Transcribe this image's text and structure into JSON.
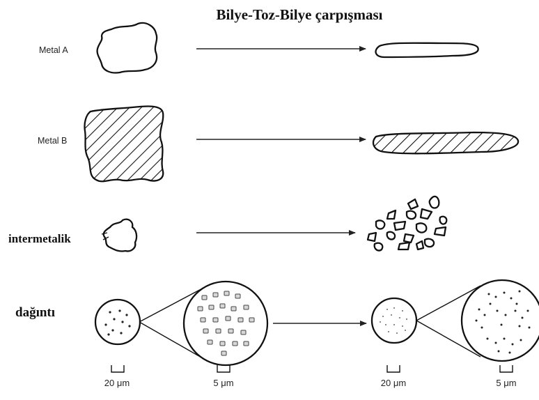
{
  "diagram": {
    "title": "Bilye-Toz-Bilye çarpışması",
    "rows": {
      "metal_a": "Metal A",
      "metal_b": "Metal B",
      "intermetallic": "intermetalik",
      "dispersion": "dağıntı"
    },
    "scales": {
      "left_small": "20 μm",
      "left_large": "5 μm",
      "right_small": "20 μm",
      "right_large": "5 μm"
    }
  }
}
